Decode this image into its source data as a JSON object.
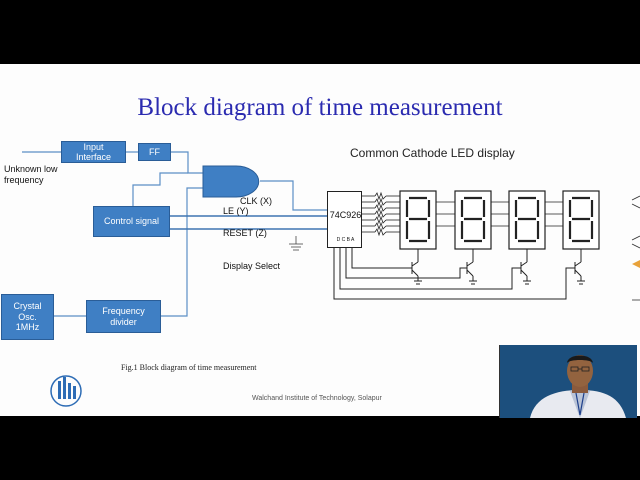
{
  "slide": {
    "title": "Block diagram of time measurement",
    "caption": "Fig.1 Block diagram of time measurement",
    "footer": "Walchand Institute of Technology, Solapur"
  },
  "blocks": {
    "input_interface": "Input\nInterface",
    "ff": "FF",
    "control_signal": "Control signal",
    "crystal": "Crystal\nOsc.\n1MHz",
    "freq_divider": "Frequency\ndivider",
    "chip": "74C926"
  },
  "labels": {
    "unknown": "Unknown low\nfrequency",
    "clk": "CLK (X)",
    "le": "LE (Y)",
    "reset": "RESET (Z)",
    "display_select": "Display Select",
    "led_title": "Common Cathode LED display",
    "chip_pins": "D C B A"
  },
  "colors": {
    "title": "#2b2bb0",
    "block_fill": "#3f7fc4",
    "wire": "#5b8fc6"
  },
  "icons": [
    "college-logo-icon",
    "webcam-presenter"
  ]
}
